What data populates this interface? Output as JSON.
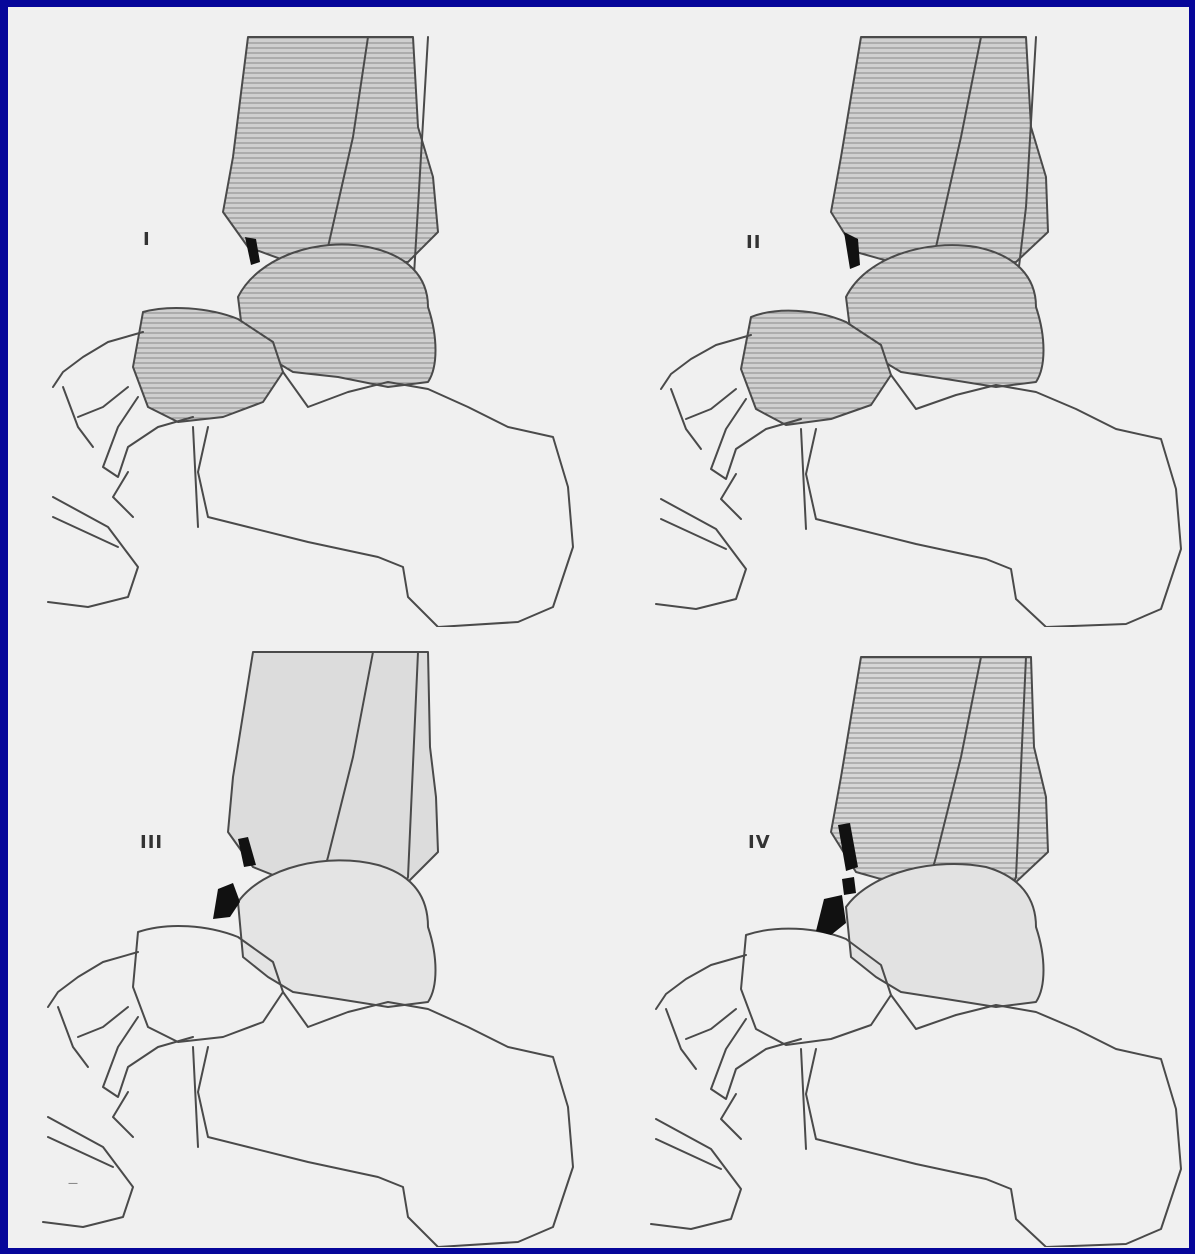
{
  "figure": {
    "panels": [
      {
        "stage": "I",
        "tint": "#cfcfcf",
        "hatched": true,
        "fragments": 1
      },
      {
        "stage": "II",
        "tint": "#d0d0d0",
        "hatched": true,
        "fragments": 1
      },
      {
        "stage": "III",
        "tint": "#dcdcdc",
        "hatched": false,
        "fragments": 2
      },
      {
        "stage": "IV",
        "tint": "#d6d6d6",
        "hatched": true,
        "fragments": 3
      }
    ]
  },
  "colors": {
    "border": "#06069a",
    "paper": "#f0f0f0",
    "line": "#4a4a4a",
    "fragment": "#111111"
  }
}
